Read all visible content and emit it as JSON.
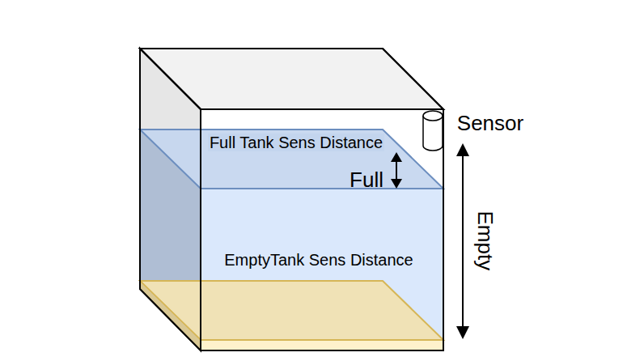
{
  "diagram": {
    "labels": [
      "Full Tank Sens Distance",
      "Full",
      "Sensor",
      "EmptyTank Sens Distance",
      "Empty"
    ]
  }
}
